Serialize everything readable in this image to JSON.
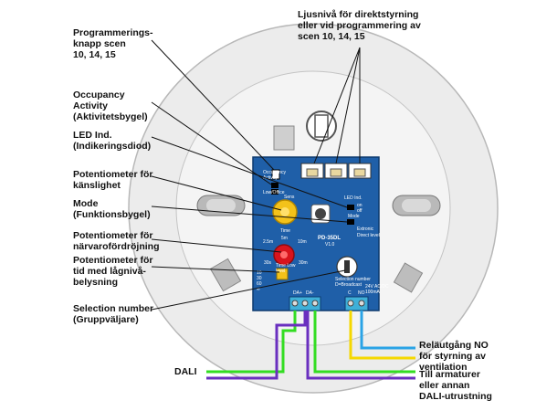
{
  "labels": {
    "prog_button": "Programmerings-\nknapp scen\n10, 14, 15",
    "light_level": "Ljusnivå för direktstyrning\neller vid programmering av\nscen 10, 14, 15",
    "occupancy": "Occupancy\nActivity\n(Aktivitetsbygel)",
    "led_ind": "LED Ind.\n(Indikeringsdiod)",
    "pot_sens": "Potentiometer för\nkänslighet",
    "mode": "Mode\n(Funktionsbygel)",
    "pot_delay": "Potentiometer för\nnärvarofördröjning",
    "pot_low": "Potentiometer för\ntid med lågnivå-\nbelysning",
    "selection": "Selection number\n(Gruppväljare)",
    "relay": "Reläutgång NO\nför styrning av\nventilation",
    "dali": "DALI",
    "fixtures": "Till armaturer\neller annan\nDALI-utrustning"
  },
  "pcb": {
    "occupancy_activity": "Occupancy\nActivity",
    "low_office": "Low/Office",
    "sens": "Sens",
    "led_ind": "LED Ind.",
    "on": "on",
    "off": "off",
    "mode": "Mode",
    "extronic": "Extronic",
    "direct_level": "Direct level",
    "time": "Time",
    "time_min": "5m",
    "t_2_5m": "2.5m",
    "t_10m": "10m",
    "t_30s": "30s",
    "t_30m": "30m",
    "model": "PD-35DL",
    "version": "V1.0",
    "dali_plus": "DA+",
    "dali_minus": "DA-",
    "c": "C",
    "no": "NO",
    "relay_rating": "24V AC/DC\n100mA",
    "selection_number": "Selection number\nD=Broadcast",
    "time_low_level": "Time Low\nlevel",
    "range_note": "10\n30\n60\n∞"
  },
  "colors": {
    "pcb": "#1f5fa8",
    "dali_green": "#33dd22",
    "dali_purple": "#6a2fbf",
    "relay_yellow": "#f5d800",
    "relay_blue": "#2aa3e6",
    "pot_yellow": "#f3c21a",
    "pot_red": "#d8141c"
  }
}
